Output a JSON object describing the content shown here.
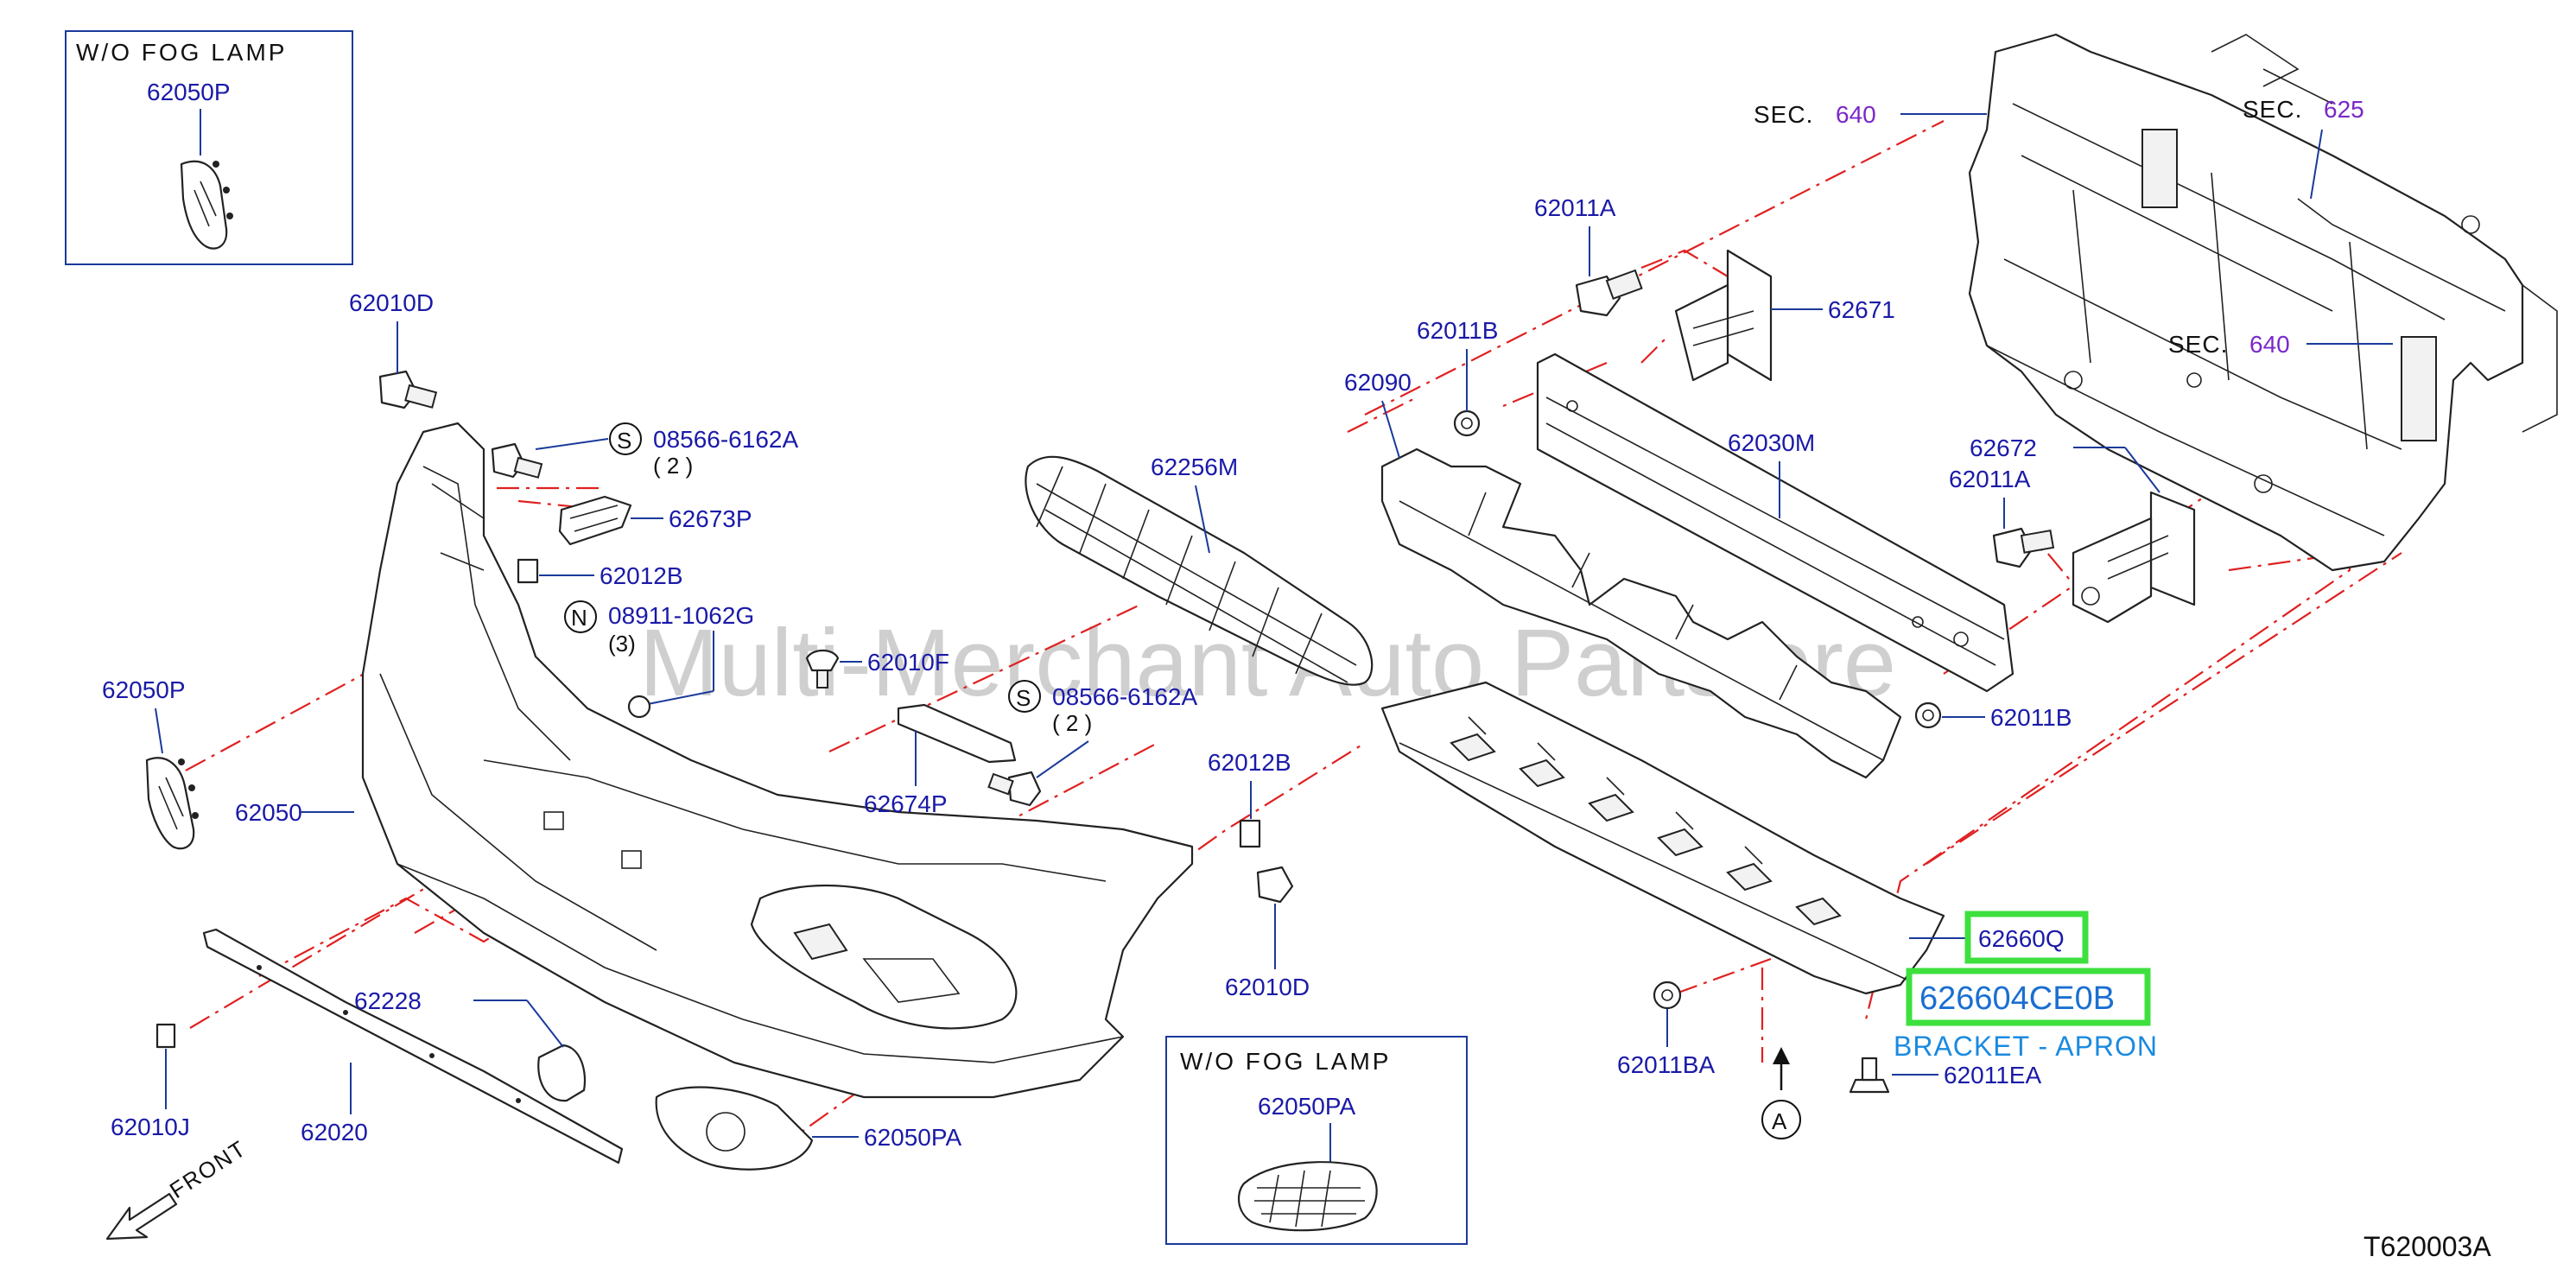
{
  "diagram_code": "T620003A",
  "watermark": "Multi-Merchant Auto Partstore",
  "front_label": "FRONT",
  "inset_top_left": {
    "title": "W/O   FOG   LAMP",
    "part": "62050P"
  },
  "inset_bottom": {
    "title": "W/O   FOG   LAMP",
    "part": "62050PA"
  },
  "sections": [
    {
      "prefix": "SEC.",
      "number": "640"
    },
    {
      "prefix": "SEC.",
      "number": "625"
    },
    {
      "prefix": "SEC.",
      "number": "640"
    }
  ],
  "fasteners": {
    "s1": {
      "badge": "S",
      "code": "08566-6162A",
      "qty": "(   2   )"
    },
    "n1": {
      "badge": "N",
      "code": "08911-1062G",
      "qty": "(3)"
    },
    "s2": {
      "badge": "S",
      "code": "08566-6162A",
      "qty": "(   2   )"
    }
  },
  "callout_a": "A",
  "highlighted": {
    "part": "62660Q",
    "number": "626604CE0B",
    "description": "BRACKET - APRON"
  },
  "colors": {
    "label": "#1a1aa8",
    "leader": "#1a3a9a",
    "dashline": "#e02020",
    "highlight": "#3ee03e",
    "section": "#7a28c8",
    "description": "#1a8ae0"
  },
  "parts": {
    "p62010D_a": "62010D",
    "p62673P": "62673P",
    "p62012B_a": "62012B",
    "p62050P": "62050P",
    "p62050": "62050",
    "p62010F": "62010F",
    "p62674P": "62674P",
    "p62256M": "62256M",
    "p62012B_b": "62012B",
    "p62010D_b": "62010D",
    "p62228": "62228",
    "p62020": "62020",
    "p62010J": "62010J",
    "p62050PA": "62050PA",
    "p62011A_a": "62011A",
    "p62671": "62671",
    "p62011B_a": "62011B",
    "p62090": "62090",
    "p62030M": "62030M",
    "p62672": "62672",
    "p62011A_b": "62011A",
    "p62011B_b": "62011B",
    "p62011BA": "62011BA",
    "p62011EA": "62011EA"
  }
}
